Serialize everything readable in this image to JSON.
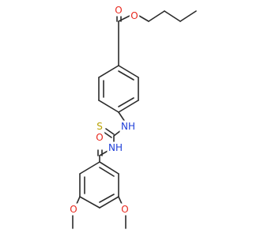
{
  "molecule": {
    "colors": {
      "bond": "#2b2b2b",
      "oxygen": "#e8281e",
      "nitrogen": "#2040d8",
      "sulfur": "#b8a000"
    },
    "atom_labels": {
      "ester_carbonyl_o": "O",
      "ester_o": "O",
      "thio_nh": "NH",
      "thio_s": "S",
      "amide_nh": "NH",
      "amide_o": "O",
      "methoxy_o_left": "O",
      "methoxy_o_right": "O"
    }
  }
}
